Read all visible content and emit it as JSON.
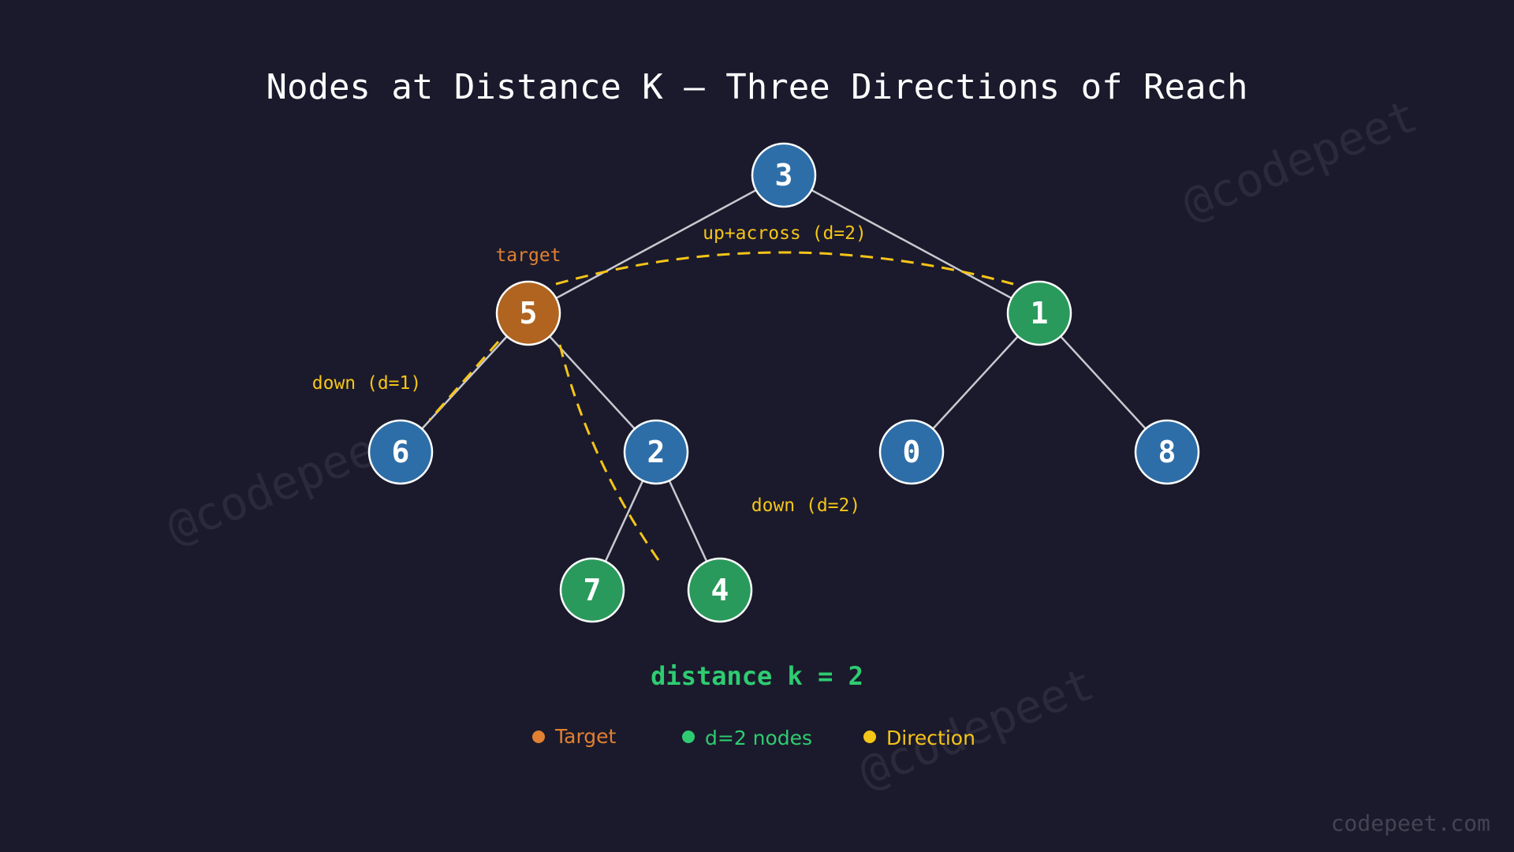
{
  "title": "Nodes at Distance K — Three Directions of Reach",
  "colors": {
    "background": "#1b1a2c",
    "normal": "#2e6ea8",
    "target": "#b06420",
    "result": "#2a9a5c",
    "direction": "#f5c518",
    "target_label": "#e08030",
    "k_label": "#2ecc71"
  },
  "tree": {
    "nodes": [
      {
        "id": "n3",
        "value": "3",
        "role": "normal"
      },
      {
        "id": "n5",
        "value": "5",
        "role": "target"
      },
      {
        "id": "n1",
        "value": "1",
        "role": "result"
      },
      {
        "id": "n6",
        "value": "6",
        "role": "normal"
      },
      {
        "id": "n2",
        "value": "2",
        "role": "normal"
      },
      {
        "id": "n0",
        "value": "0",
        "role": "normal"
      },
      {
        "id": "n8",
        "value": "8",
        "role": "normal"
      },
      {
        "id": "n7",
        "value": "7",
        "role": "result"
      },
      {
        "id": "n4",
        "value": "4",
        "role": "result"
      }
    ],
    "edges": [
      [
        "n3",
        "n5"
      ],
      [
        "n3",
        "n1"
      ],
      [
        "n5",
        "n6"
      ],
      [
        "n5",
        "n2"
      ],
      [
        "n1",
        "n0"
      ],
      [
        "n1",
        "n8"
      ],
      [
        "n2",
        "n7"
      ],
      [
        "n2",
        "n4"
      ]
    ]
  },
  "annotations": {
    "target": "target",
    "up_across": "up+across (d=2)",
    "down_d1": "down (d=1)",
    "down_d2": "down (d=2)"
  },
  "distance_label": "distance k = 2",
  "legend": [
    {
      "label": "Target",
      "color": "#e08030"
    },
    {
      "label": "d=2 nodes",
      "color": "#2ecc71"
    },
    {
      "label": "Direction",
      "color": "#f5c518"
    }
  ],
  "watermark": "@codepeet",
  "site": "codepeet.com"
}
